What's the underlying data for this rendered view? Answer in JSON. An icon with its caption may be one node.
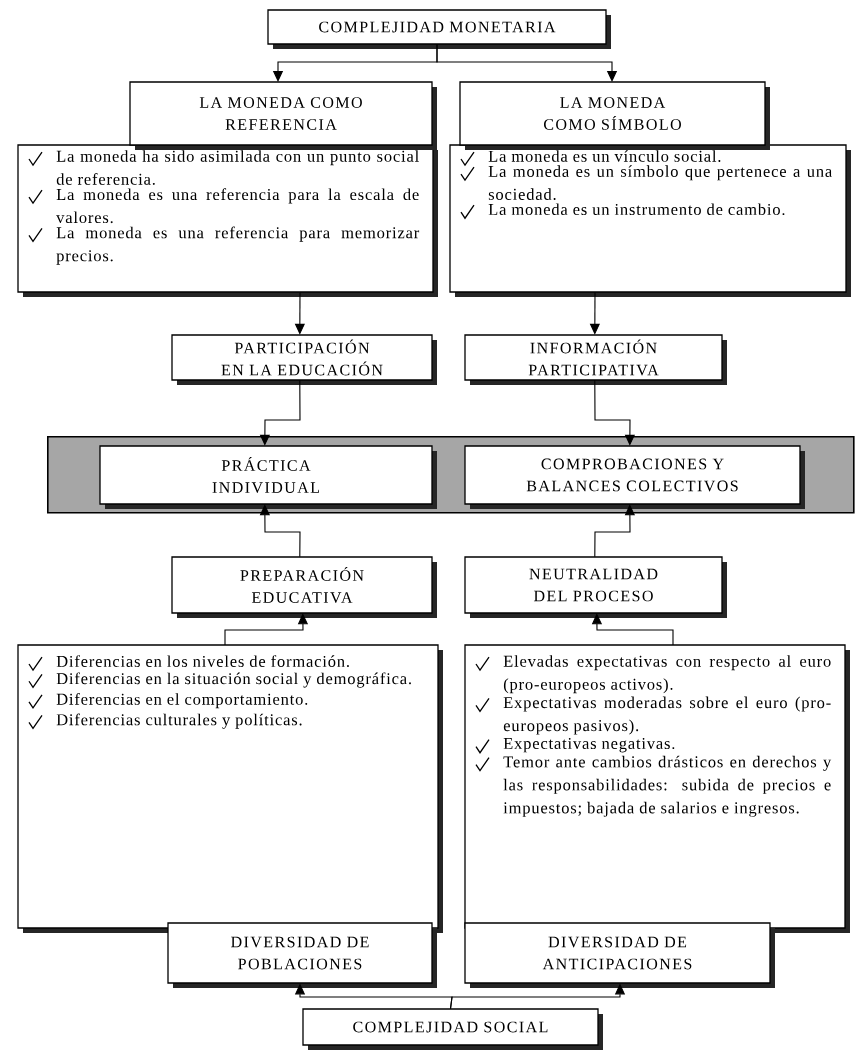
{
  "diagram": {
    "nodes": [
      {
        "text": [
          "COMPLEJIDAD MONETARIA"
        ]
      },
      {
        "text": [
          "LA MONEDA COMO REFERENCIA",
          "La moneda ha sido asimilada con un punto social de referencia.",
          "La moneda es una referencia para la escala de valores.",
          "La moneda es una referencia para memorizar precios."
        ]
      },
      {
        "text": [
          "LA MONEDA COMO SÍMBOLO",
          "La moneda es un vínculo social.",
          "La moneda es un símbolo que pertenece a una sociedad.",
          "La moneda es un instrumento de cambio."
        ]
      },
      {
        "text": [
          "PARTICIPACIÓN EN LA EDUCACIÓN"
        ]
      },
      {
        "text": [
          "INFORMACIÓN PARTICIPATIVA"
        ]
      },
      {
        "text": [],
        "shape": "box"
      },
      {
        "text": [
          "PRÁCTICA INDIVIDUAL"
        ],
        "in": 5
      },
      {
        "text": [
          "COMPROBACIONES Y BALANCES COLECTIVOS"
        ],
        "in": 5
      },
      {
        "text": [
          "PREPARACIÓN EDUCATIVA"
        ]
      },
      {
        "text": [
          "NEUTRALIDAD DEL PROCESO"
        ]
      },
      {
        "text": [
          "Diferencias en los niveles de formación.",
          "Diferencias en la situación social y demográfica.",
          "Diferencias en el comportamiento.",
          "Diferencias culturales y políticas.",
          "DIVERSIDAD DE POBLACIONES"
        ]
      },
      {
        "text": [
          "Elevadas expectativas con respecto al euro (pro-europeos activos).",
          "Expectativas moderadas sobre el euro (pro-europeos pasivos).",
          "Expectativas negativas.",
          "Temor ante cambios drásticos en derechos y las responsabilidades: subida de precios e impuestos; bajada de salarios e ingresos.",
          "DIVERSIDAD DE ANTICIPACIONES"
        ]
      },
      {
        "text": [
          "COMPLEJIDAD SOCIAL"
        ]
      }
    ],
    "edges": [
      {
        "from": 0,
        "to": 1,
        "arrow": "to"
      },
      {
        "from": 0,
        "to": 2,
        "arrow": "to"
      },
      {
        "from": 1,
        "to": 3,
        "arrow": "to"
      },
      {
        "from": 2,
        "to": 4,
        "arrow": "to"
      },
      {
        "from": 3,
        "to": 6,
        "arrow": "to"
      },
      {
        "from": 4,
        "to": 7,
        "arrow": "to"
      },
      {
        "from": 8,
        "to": 6,
        "arrow": "to"
      },
      {
        "from": 9,
        "to": 7,
        "arrow": "to"
      },
      {
        "from": 10,
        "to": 8,
        "arrow": "to"
      },
      {
        "from": 11,
        "to": 9,
        "arrow": "to"
      },
      {
        "from": 12,
        "to": 10,
        "arrow": "to"
      },
      {
        "from": 12,
        "to": 11,
        "arrow": "to"
      }
    ]
  }
}
